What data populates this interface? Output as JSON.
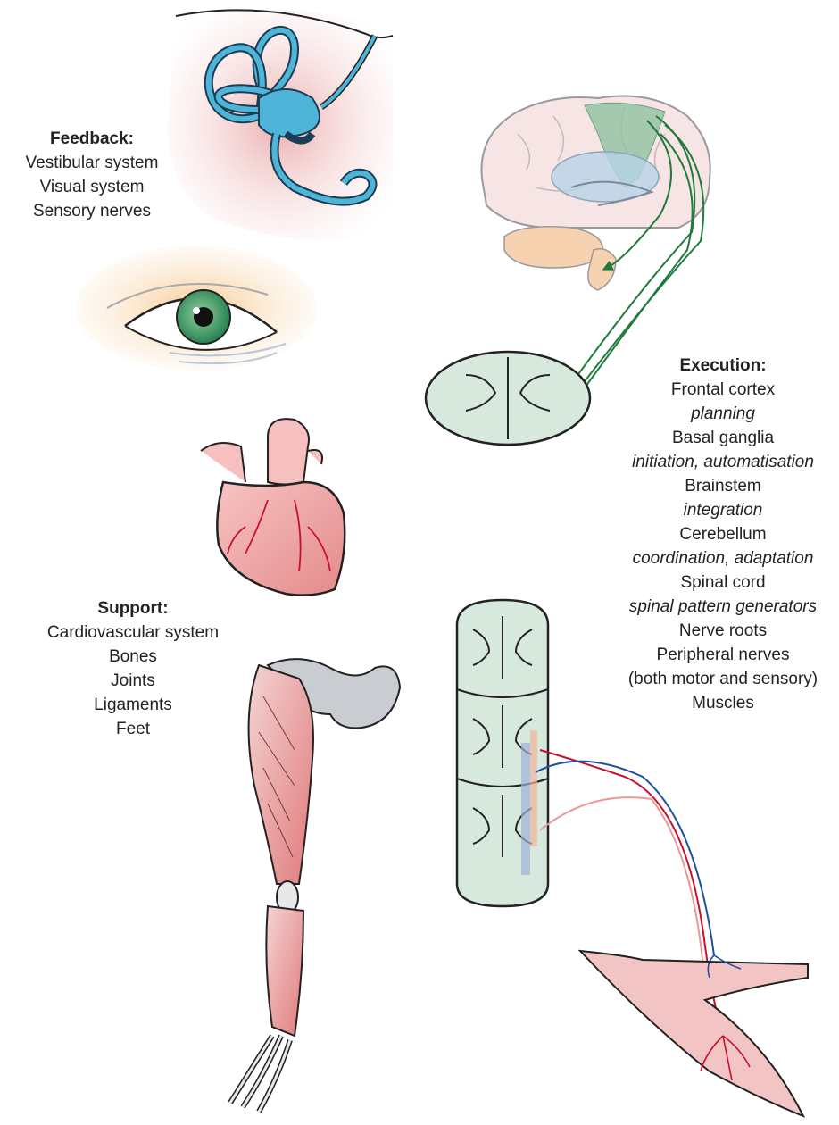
{
  "feedback": {
    "title": "Feedback:",
    "items": [
      "Vestibular system",
      "Visual system",
      "Sensory nerves"
    ]
  },
  "execution": {
    "title": "Execution:",
    "items": [
      {
        "text": "Frontal cortex",
        "italic": false
      },
      {
        "text": "planning",
        "italic": true
      },
      {
        "text": "Basal ganglia",
        "italic": false
      },
      {
        "text": "initiation, automatisation",
        "italic": true
      },
      {
        "text": "Brainstem",
        "italic": false
      },
      {
        "text": "integration",
        "italic": true
      },
      {
        "text": "Cerebellum",
        "italic": false
      },
      {
        "text": "coordination, adaptation",
        "italic": true
      },
      {
        "text": "Spinal cord",
        "italic": false
      },
      {
        "text": "spinal pattern generators",
        "italic": true
      },
      {
        "text": "Nerve roots",
        "italic": false
      },
      {
        "text": "Peripheral nerves",
        "italic": false
      },
      {
        "text": "(both motor and sensory)",
        "italic": false
      },
      {
        "text": "Muscles",
        "italic": false
      }
    ]
  },
  "support": {
    "title": "Support:",
    "items": [
      "Cardiovascular system",
      "Bones",
      "Joints",
      "Ligaments",
      "Feet"
    ]
  },
  "colors": {
    "tract_green": "#1f7a3c",
    "cord_fill": "#d6e9dc",
    "motor_red": "#c8102e",
    "sensory_blue": "#1f4fa0",
    "skin_pink": "#f3c4c4",
    "vestibular_blue": "#4fb5d8"
  }
}
